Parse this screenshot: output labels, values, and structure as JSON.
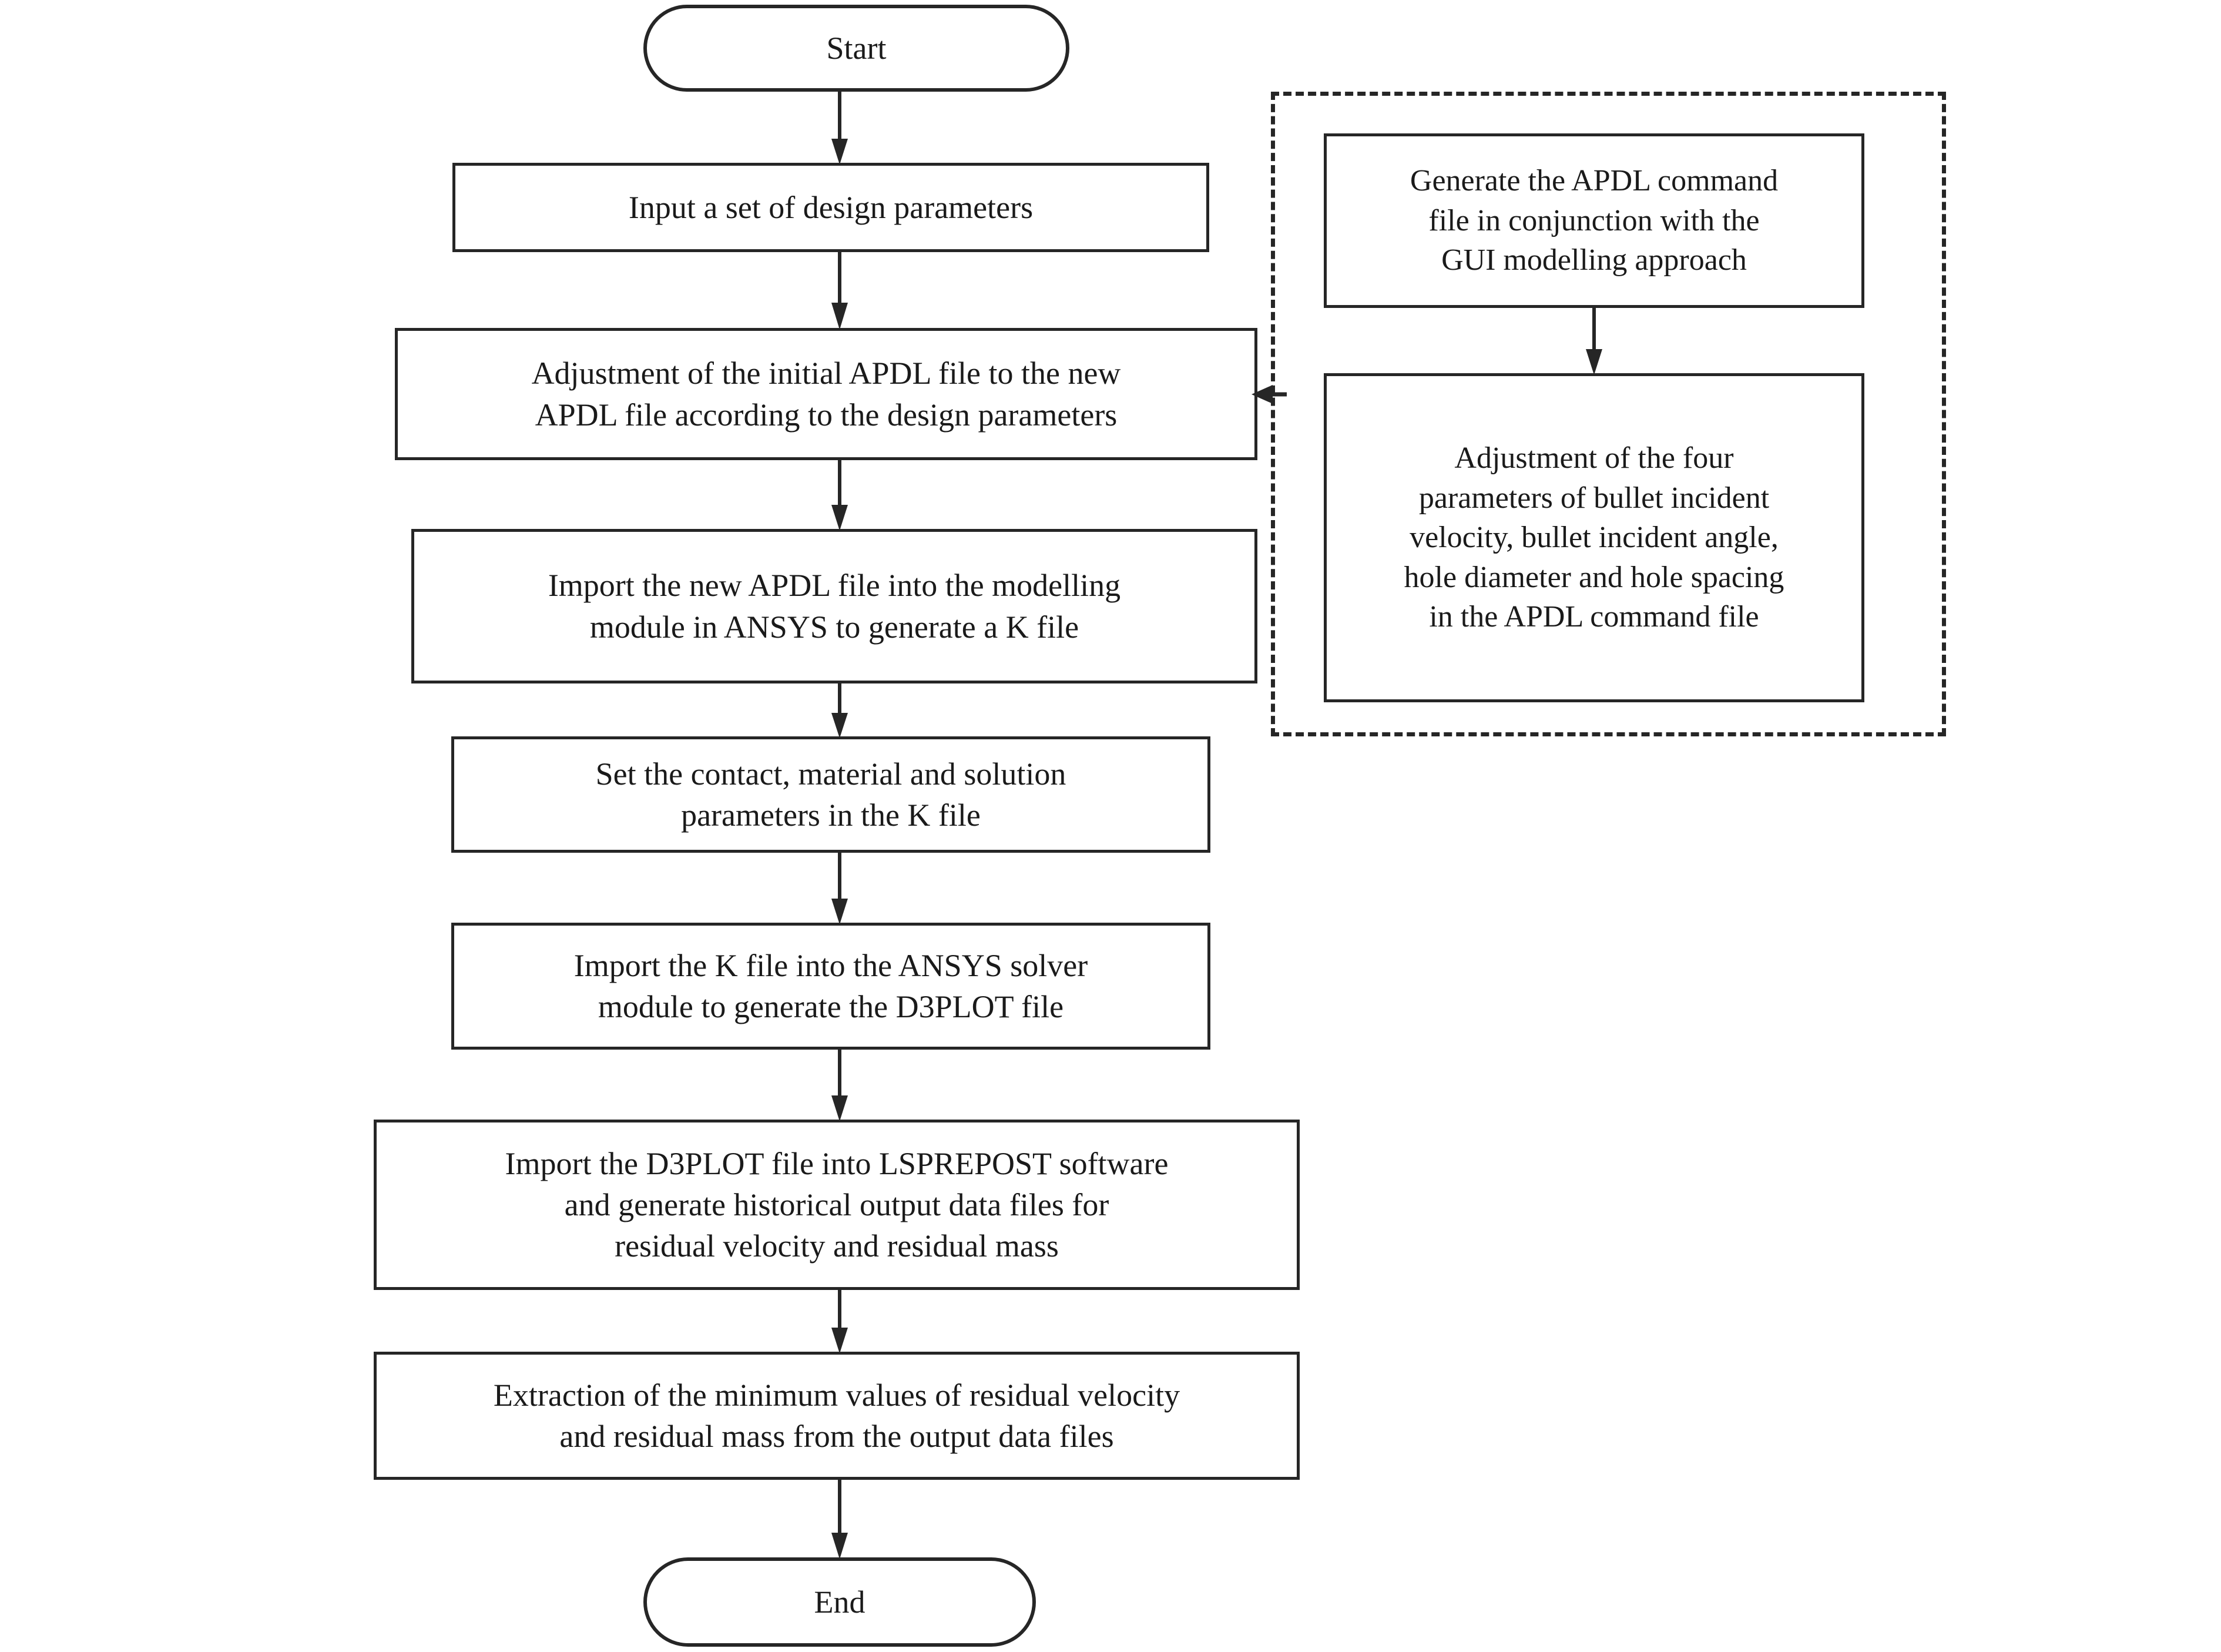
{
  "diagram": {
    "title": "Simulation workflow flowchart",
    "background_color": "#ffffff",
    "line_color": "#262626"
  },
  "nodes": {
    "start": {
      "label": "Start",
      "shape": "terminal"
    },
    "input_params": {
      "label": "Input a set of design parameters",
      "shape": "process"
    },
    "adjust_apdl": {
      "label": "Adjustment of the initial APDL file to the new\nAPDL file according to the design parameters",
      "shape": "process"
    },
    "import_apdl": {
      "label": "Import the new APDL file into the modelling\nmodule in ANSYS to generate a K file",
      "shape": "process"
    },
    "set_params": {
      "label": "Set the contact, material and solution\nparameters in the K file",
      "shape": "process"
    },
    "import_k": {
      "label": "Import the K file into the ANSYS solver\nmodule to generate the D3PLOT file",
      "shape": "process"
    },
    "import_d3plot": {
      "label": "Import the D3PLOT file into LSPREPOST software\nand generate historical output data files for\nresidual velocity and residual mass",
      "shape": "process"
    },
    "extract_min": {
      "label": "Extraction of the minimum values of residual velocity\nand residual mass from the output data files",
      "shape": "process"
    },
    "end": {
      "label": "End",
      "shape": "terminal"
    },
    "generate_apdl": {
      "label": "Generate the APDL command\nfile in conjunction with the\nGUI modelling approach",
      "shape": "process"
    },
    "adjust_four": {
      "label": "Adjustment of the four\nparameters of bullet incident\nvelocity, bullet incident angle,\nhole diameter and hole spacing\nin the APDL command file",
      "shape": "process"
    }
  },
  "group": {
    "dashed_subprocess": {
      "label": "",
      "style": "dashed"
    }
  },
  "connectors": [
    {
      "id": "start-to-input",
      "from": "start",
      "to": "input_params",
      "direction": "down"
    },
    {
      "id": "input-to-adjust",
      "from": "input_params",
      "to": "adjust_apdl",
      "direction": "down"
    },
    {
      "id": "adjust-to-import-apdl",
      "from": "adjust_apdl",
      "to": "import_apdl",
      "direction": "down"
    },
    {
      "id": "import-apdl-to-set",
      "from": "import_apdl",
      "to": "set_params",
      "direction": "down"
    },
    {
      "id": "set-to-import-k",
      "from": "set_params",
      "to": "import_k",
      "direction": "down"
    },
    {
      "id": "import-k-to-d3plot",
      "from": "import_k",
      "to": "import_d3plot",
      "direction": "down"
    },
    {
      "id": "d3plot-to-extract",
      "from": "import_d3plot",
      "to": "extract_min",
      "direction": "down"
    },
    {
      "id": "extract-to-end",
      "from": "extract_min",
      "to": "end",
      "direction": "down"
    },
    {
      "id": "generate-to-adjust-four",
      "from": "generate_apdl",
      "to": "adjust_four",
      "direction": "down"
    },
    {
      "id": "group-to-adjust-apdl",
      "from": "dashed_subprocess",
      "to": "adjust_apdl",
      "direction": "left"
    }
  ]
}
